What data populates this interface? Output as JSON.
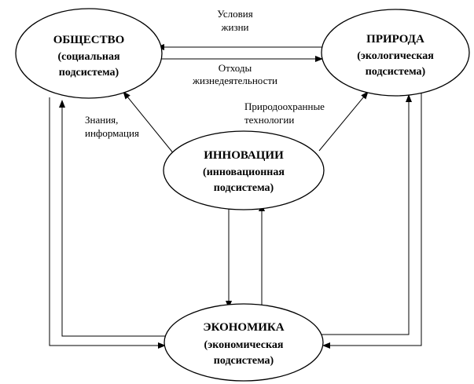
{
  "nodes": {
    "society": {
      "title": "ОБЩЕСТВО",
      "sub1": "(социальная",
      "sub2": "подсистема)"
    },
    "nature": {
      "title": "ПРИРОДА",
      "sub1": "(экологическая",
      "sub2": "подсистема)"
    },
    "innovation": {
      "title": "ИННОВАЦИИ",
      "sub1": "(инновационная",
      "sub2": "подсистема)"
    },
    "economy": {
      "title": "ЭКОНОМИКА",
      "sub1": "(экономическая",
      "sub2": "подсистема)"
    }
  },
  "edges": {
    "living_conditions": {
      "line1": "Условия",
      "line2": "жизни"
    },
    "waste": {
      "line1": "Отходы",
      "line2": "жизнедеятельности"
    },
    "knowledge": {
      "line1": "Знания,",
      "line2": "информация"
    },
    "eco_tech": {
      "line1": "Природоохранные",
      "line2": "технологии"
    }
  }
}
